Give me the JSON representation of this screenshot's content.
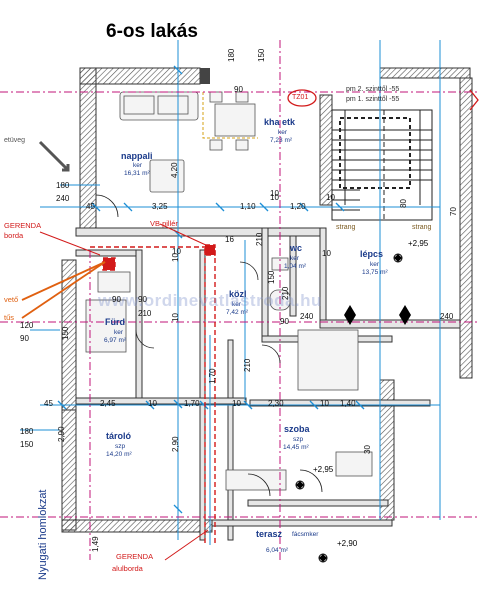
{
  "title": "6-os lakás",
  "rooms": {
    "nappali": {
      "name": "nappali",
      "floor": "ker",
      "area": "16,31 m²"
    },
    "kha_etk": {
      "name": "kha etk",
      "floor": "ker",
      "area": "7,23 m²"
    },
    "lepcs": {
      "name": "lépcs",
      "floor": "ker",
      "area": "13,75 m²"
    },
    "wc": {
      "name": "wc",
      "floor": "ker",
      "area": "1,04 m²"
    },
    "kozl": {
      "name": "közl",
      "floor": "ker",
      "area": "7,42 m²"
    },
    "furd": {
      "name": "Fürd",
      "floor": "ker",
      "area": "6,97 m²"
    },
    "tarolo": {
      "name": "tároló",
      "floor": "szp",
      "area": "14,20 m²"
    },
    "szoba": {
      "name": "szoba",
      "floor": "szp",
      "area": "14,45 m²"
    },
    "terasz": {
      "name": "terasz",
      "floor": "fácsmker",
      "area": "6,04 m²"
    }
  },
  "annotations": {
    "vb_piller": "VB pillér",
    "gerenda_top": "GERENDA",
    "gerenda_top_sub": "borda",
    "gerenda_bottom": "GERENDA",
    "gerenda_bottom_sub": "alulborda",
    "uveg": "etüveg",
    "pm2": "pm 2. szinttől -55",
    "pm1": "pm 1. szinttől -55",
    "strang1": "strang",
    "strang2": "strang",
    "tzo": "TZ01",
    "vyugati": "Nyugati homlokzat",
    "left_fragment_1": "vető",
    "left_fragment_2": "tűs",
    "watermark": "www.ordinevatlastroda.hu"
  },
  "levels": {
    "lepcs_level": "+2,95",
    "szoba_level": "+2,95",
    "terasz_level": "+2,90"
  },
  "dimensions": {
    "top_180": "180",
    "top_150": "150",
    "top_90": "90",
    "left_180a": "180",
    "left_240": "240",
    "h_45_a": "45",
    "h_325": "3,25",
    "h_110": "1,10",
    "h_10_a": "10",
    "h_120": "1,20",
    "h_10_b": "10",
    "v_420": "4,20",
    "v_10_a": "10",
    "v_210_a": "210",
    "v_210_b": "210",
    "v_90_a": "90",
    "v_10_b": "10",
    "v_210_c": "210",
    "v_150": "150",
    "v_170": "1,70",
    "left_120": "120",
    "left_90": "90",
    "h_45_b": "45",
    "h_245": "2,45",
    "h_10_c": "10",
    "h_170": "1,70",
    "h_10_d": "10",
    "h_230": "2,30",
    "h_10_e": "10",
    "h_140": "1,40",
    "left_180b": "180",
    "left_150": "150",
    "v_290_a": "2,90",
    "v_290_b": "2,90",
    "v_210_d": "210",
    "v_30": "30",
    "v_149": "1,49",
    "d_240_a": "240",
    "d_240_b": "240",
    "d_10_s": "10",
    "d_16": "16",
    "d_90_s": "90",
    "d_10_wc": "10",
    "d_150_r": "150",
    "d_90_r": "90",
    "d_10_top": "10",
    "d_70": "70",
    "d_80": "80"
  },
  "colors": {
    "wall": "#4a4a4a",
    "dim_line": "#1e8fd6",
    "axis": "#c0147a",
    "red": "#d21a1a",
    "orange": "#e06010",
    "door": "#222222",
    "accent_text": "#1a3a8a"
  }
}
